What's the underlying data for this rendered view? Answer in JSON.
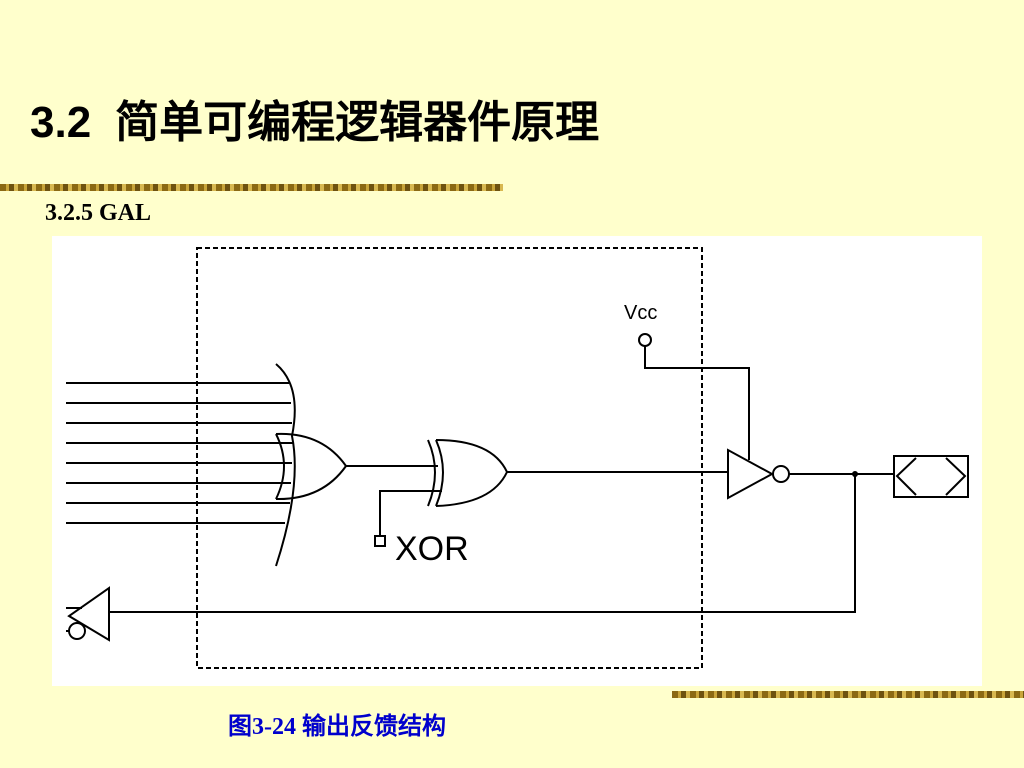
{
  "slide": {
    "title_number": "3.2",
    "title_text": "简单可编程逻辑器件原理",
    "subtitle": "3.2.5  GAL",
    "caption": "图3-24 输出反馈结构"
  },
  "diagram": {
    "vcc_label": "Vcc",
    "xor_label": "XOR"
  },
  "colors": {
    "background": "#ffffcc",
    "caption": "#0000cc",
    "decor_bar": "#8b6914"
  }
}
